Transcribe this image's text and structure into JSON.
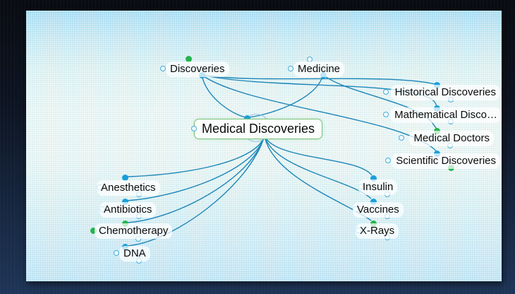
{
  "graph": {
    "active": {
      "label": "Medical Discoveries",
      "gates": {
        "left": "hollow-blue",
        "top": "filled-blue",
        "bottom": "filled-blue"
      }
    },
    "parents": [
      {
        "label": "Discoveries",
        "gates": {
          "left": "hollow-blue",
          "top": "green-dot",
          "bottom": "filled-blue"
        }
      },
      {
        "label": "Medicine",
        "gates": {
          "left": "hollow-blue",
          "top": "hollow-blue",
          "bottom": "filled-blue"
        }
      }
    ],
    "siblings": [
      {
        "label": "Historical Discoveries",
        "gates": {
          "left": "hollow-blue",
          "top": "filled-blue",
          "bottom": "hollow-blue"
        }
      },
      {
        "label": "Mathematical Disco…",
        "gates": {
          "left": "hollow-blue",
          "top": "filled-blue",
          "bottom": "hollow-blue"
        }
      },
      {
        "label": "Medical Doctors",
        "gates": {
          "left": "hollow-blue",
          "top": "green-dot",
          "bottom": "hollow-blue"
        }
      },
      {
        "label": "Scientific Discoveries",
        "gates": {
          "left": "hollow-blue",
          "top": "filled-blue",
          "bottom": "green-dot"
        }
      }
    ],
    "children": [
      {
        "label": "Anesthetics",
        "gates": {
          "left": "hollow-blue",
          "top": "filled-blue",
          "bottom": "hollow-blue"
        }
      },
      {
        "label": "Antibiotics",
        "gates": {
          "left": "hollow-blue",
          "top": "filled-blue",
          "bottom": "hollow-blue"
        }
      },
      {
        "label": "Chemotherapy",
        "gates": {
          "left": "green-dot",
          "top": "green-dot",
          "bottom": "hollow-blue"
        }
      },
      {
        "label": "DNA",
        "gates": {
          "left": "hollow-blue",
          "top": "filled-blue",
          "bottom": "hollow-blue"
        }
      },
      {
        "label": "Insulin",
        "gates": {
          "left": "hollow-blue",
          "top": "filled-blue",
          "bottom": "hollow-blue"
        }
      },
      {
        "label": "Vaccines",
        "gates": {
          "left": "hollow-blue",
          "top": "filled-blue",
          "bottom": "hollow-blue"
        }
      },
      {
        "label": "X-Rays",
        "gates": {
          "left": "hollow-blue",
          "top": "green-dot",
          "bottom": "hollow-blue"
        }
      }
    ],
    "edges": [
      {
        "from": "Discoveries",
        "to": "Medical Discoveries"
      },
      {
        "from": "Medicine",
        "to": "Medical Discoveries"
      },
      {
        "from": "Discoveries",
        "to": "Historical Discoveries"
      },
      {
        "from": "Discoveries",
        "to": "Mathematical Disco…"
      },
      {
        "from": "Medicine",
        "to": "Medical Doctors"
      },
      {
        "from": "Discoveries",
        "to": "Scientific Discoveries"
      },
      {
        "from": "Medical Discoveries",
        "to": "Anesthetics"
      },
      {
        "from": "Medical Discoveries",
        "to": "Antibiotics"
      },
      {
        "from": "Medical Discoveries",
        "to": "Chemotherapy"
      },
      {
        "from": "Medical Discoveries",
        "to": "DNA"
      },
      {
        "from": "Medical Discoveries",
        "to": "Insulin"
      },
      {
        "from": "Medical Discoveries",
        "to": "Vaccines"
      },
      {
        "from": "Medical Discoveries",
        "to": "X-Rays"
      }
    ]
  },
  "colors": {
    "edge": "#1d86b8",
    "gate_filled": "#18a0dc",
    "gate_hollow_ring": "#41aede",
    "green_dot": "#24b54e",
    "active_border": "#7ac479",
    "halo_ring": "#8abae2",
    "canvas_top": "#a9ddf3",
    "canvas_mid": "#eef7f3",
    "canvas_bottom": "#c2e5f3",
    "frame_top": "#090c12",
    "frame_bottom": "#1f3558"
  }
}
